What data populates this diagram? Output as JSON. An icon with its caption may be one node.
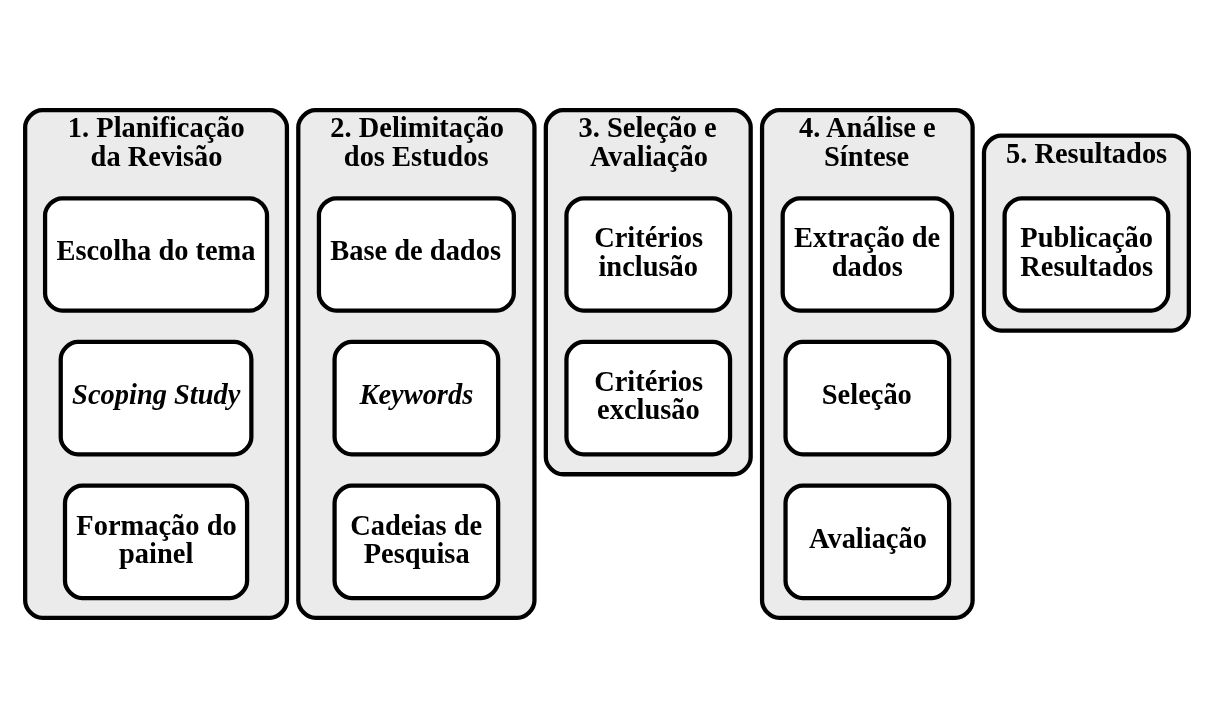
{
  "diagram": {
    "nodes": [
      {
        "text": [
          "1. Planificação da Revisão"
        ]
      },
      {
        "text": [
          "Escolha do tema"
        ],
        "in": 0
      },
      {
        "text": [
          "Scoping Study"
        ],
        "in": 0
      },
      {
        "text": [
          "Formação do painel"
        ],
        "in": 0
      },
      {
        "text": [
          "2. Delimitação dos Estudos"
        ]
      },
      {
        "text": [
          "Base de dados"
        ],
        "in": 4
      },
      {
        "text": [
          "Keywords"
        ],
        "in": 4
      },
      {
        "text": [
          "Cadeias de Pesquisa"
        ],
        "in": 4
      },
      {
        "text": [
          "3. Seleção e Avaliação"
        ]
      },
      {
        "text": [
          "Critérios inclusão"
        ],
        "in": 8
      },
      {
        "text": [
          "Critérios exclusão"
        ],
        "in": 8
      },
      {
        "text": [
          "4. Análise e Síntese"
        ]
      },
      {
        "text": [
          "Extração de dados"
        ],
        "in": 11
      },
      {
        "text": [
          "Seleção"
        ],
        "in": 11
      },
      {
        "text": [
          "Avaliação"
        ],
        "in": 11
      },
      {
        "text": [
          "5. Resultados"
        ]
      },
      {
        "text": [
          "Publicação Resultados"
        ],
        "in": 15
      }
    ],
    "edges": []
  }
}
